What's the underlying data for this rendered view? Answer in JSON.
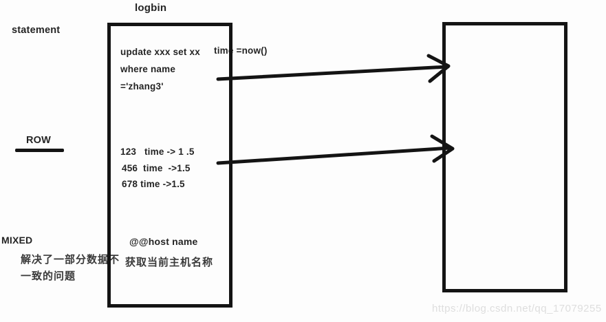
{
  "title": "logbin",
  "labels": {
    "statement": "statement",
    "row": "ROW",
    "mixed": "MIXED",
    "mixed_note_line1": "解决了一部分数据不",
    "mixed_note_line2": "一致的问题"
  },
  "logbin_box": {
    "statement_section": {
      "sql_line1": "update xxx set xx",
      "time_expr": "time =now()",
      "sql_line2": "where name",
      "sql_line3": "='zhang3'"
    },
    "row_section": {
      "rows": [
        "123   time -> 1 .5",
        "456  time  ->1.5",
        "678 time ->1.5"
      ]
    },
    "mixed_section": {
      "host_variable": "@@host name",
      "host_note": "获取当前主机名称"
    }
  },
  "watermark": "https://blog.csdn.net/qq_17079255",
  "colors": {
    "ink": "#141414",
    "text": "#242424",
    "watermark": "#dedede",
    "background": "#fdfdfd"
  }
}
